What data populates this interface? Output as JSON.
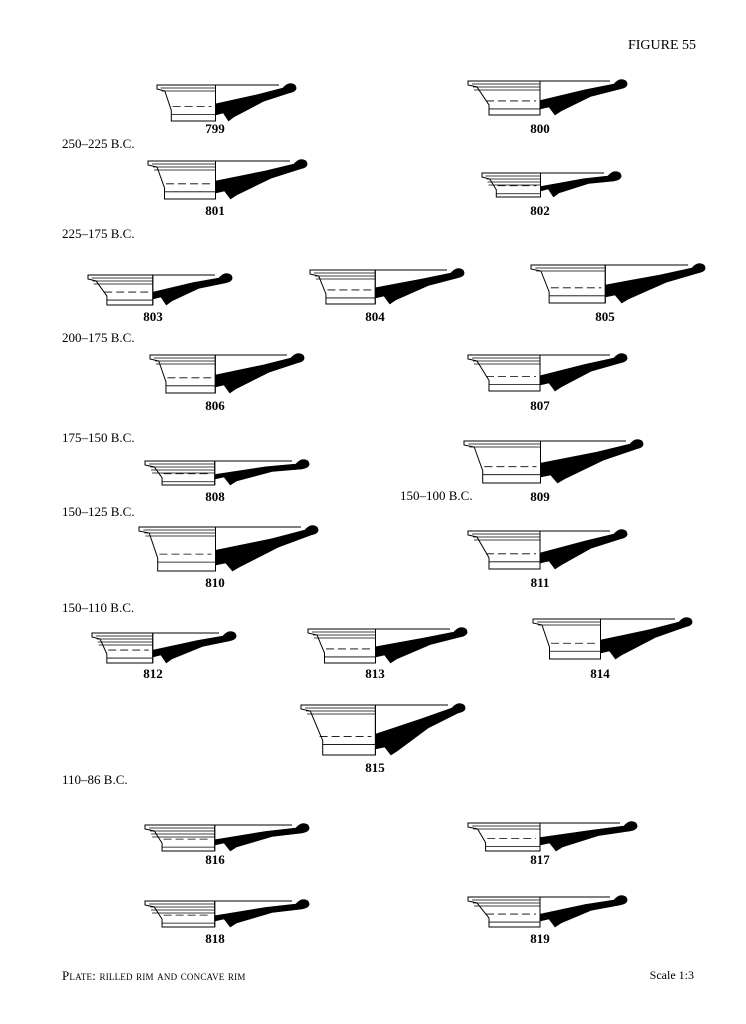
{
  "figure_title": "FIGURE 55",
  "caption": "Plate: rilled rim and concave rim",
  "scale": "Scale 1:3",
  "dates": [
    {
      "id": "d1",
      "text": "250–225 B.C."
    },
    {
      "id": "d2",
      "text": "225–175 B.C."
    },
    {
      "id": "d3",
      "text": "200–175 B.C."
    },
    {
      "id": "d4",
      "text": "175–150 B.C."
    },
    {
      "id": "d5",
      "text": "150–100 B.C."
    },
    {
      "id": "d6",
      "text": "150–125 B.C."
    },
    {
      "id": "d7",
      "text": "150–110 B.C."
    },
    {
      "id": "d8",
      "text": "110–86 B.C."
    }
  ],
  "drawings": [
    {
      "number": "799"
    },
    {
      "number": "800"
    },
    {
      "number": "801"
    },
    {
      "number": "802"
    },
    {
      "number": "803"
    },
    {
      "number": "804"
    },
    {
      "number": "805"
    },
    {
      "number": "806"
    },
    {
      "number": "807"
    },
    {
      "number": "808"
    },
    {
      "number": "809"
    },
    {
      "number": "810"
    },
    {
      "number": "811"
    },
    {
      "number": "812"
    },
    {
      "number": "813"
    },
    {
      "number": "814"
    },
    {
      "number": "815"
    },
    {
      "number": "816"
    },
    {
      "number": "817"
    },
    {
      "number": "818"
    },
    {
      "number": "819"
    }
  ]
}
